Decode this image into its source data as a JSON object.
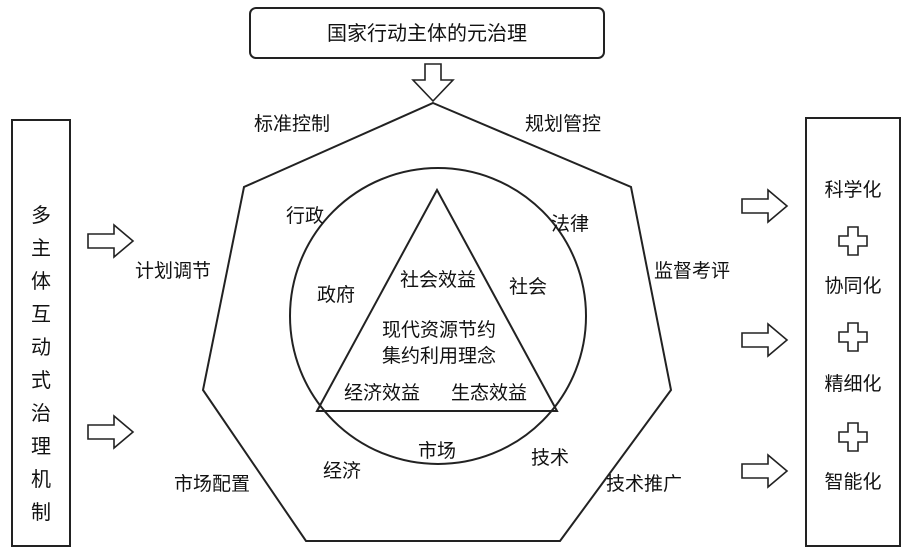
{
  "top_box": "国家行动主体的元治理",
  "left_box": "多主体互动式治理机制",
  "right_box": [
    "科学化",
    "协同化",
    "精细化",
    "智能化"
  ],
  "heptagon_labels": {
    "standard_control": "标准控制",
    "planning_control": "规划管控",
    "plan_adjust": "计划调节",
    "supervision": "监督考评",
    "market_alloc": "市场配置",
    "tech_promo": "技术推广"
  },
  "circle_labels": {
    "administration": "行政",
    "law": "法律",
    "economy": "经济",
    "market": "市场",
    "technology": "技术"
  },
  "triangle_labels": {
    "government": "政府",
    "society": "社会",
    "social_benefit": "社会效益",
    "center_line1": "现代资源节约",
    "center_line2": "集约利用理念",
    "economic_benefit": "经济效益",
    "ecological_benefit": "生态效益"
  }
}
